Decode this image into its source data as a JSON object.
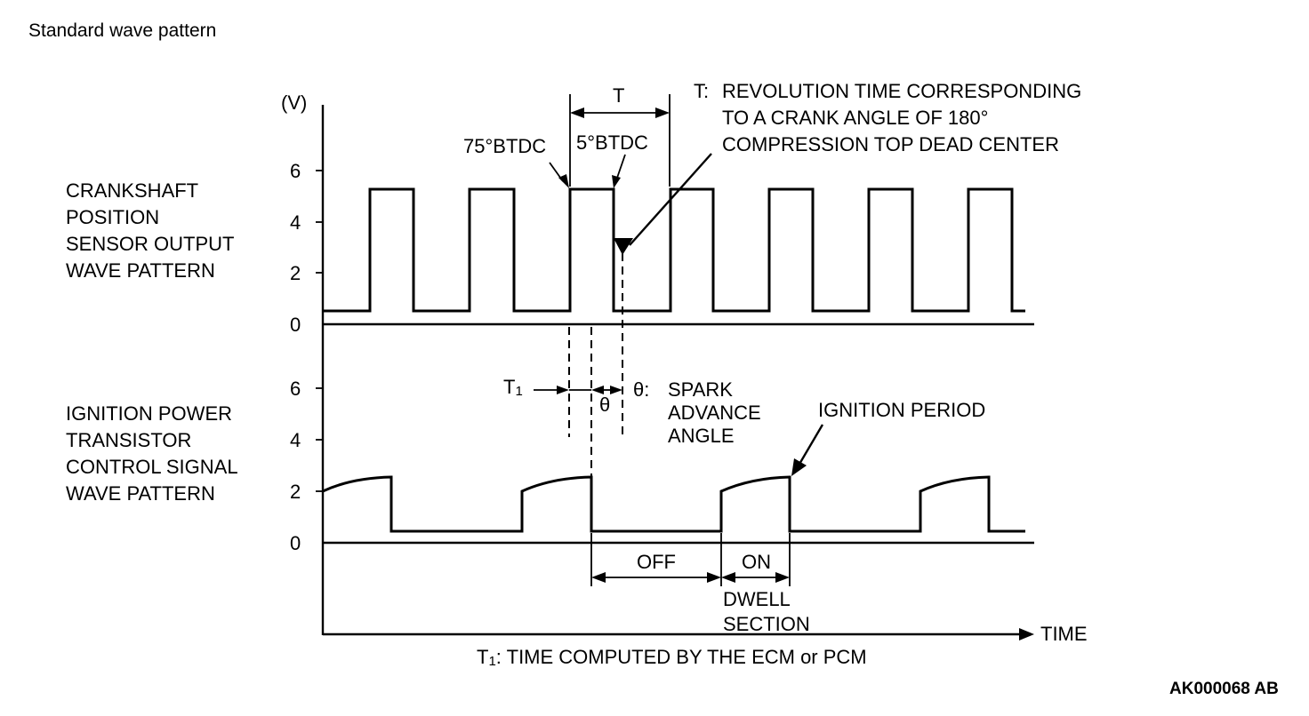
{
  "title": "Standard wave pattern",
  "image_code": "AK000068 AB",
  "y_axis_unit": "(V)",
  "x_axis_label": "TIME",
  "upper_chart": {
    "labels": [
      "CRANKSHAFT",
      "POSITION",
      "SENSOR OUTPUT",
      "WAVE PATTERN"
    ],
    "ticks": [
      "6",
      "4",
      "2",
      "0"
    ]
  },
  "lower_chart": {
    "labels": [
      "IGNITION POWER",
      "TRANSISTOR",
      "CONTROL SIGNAL",
      "WAVE PATTERN"
    ],
    "ticks": [
      "6",
      "4",
      "2",
      "0"
    ]
  },
  "annotations": {
    "T": "T",
    "T_definition_prefix": "T:",
    "T_definition": [
      "REVOLUTION TIME CORRESPONDING",
      "TO A CRANK ANGLE OF 180°",
      "COMPRESSION TOP DEAD CENTER"
    ],
    "btdc_75": "75°BTDC",
    "btdc_5": "5°BTDC",
    "T1": "T",
    "T1_sub": "1",
    "theta": "θ",
    "theta_definition_prefix": "θ:",
    "theta_definition": [
      "SPARK",
      "ADVANCE",
      "ANGLE"
    ],
    "ignition_period": "IGNITION PERIOD",
    "off": "OFF",
    "on": "ON",
    "dwell_section": [
      "DWELL",
      "SECTION"
    ],
    "footnote_T": "T",
    "footnote_sub": "1",
    "footnote_text": ": TIME COMPUTED BY THE ECM or PCM"
  }
}
